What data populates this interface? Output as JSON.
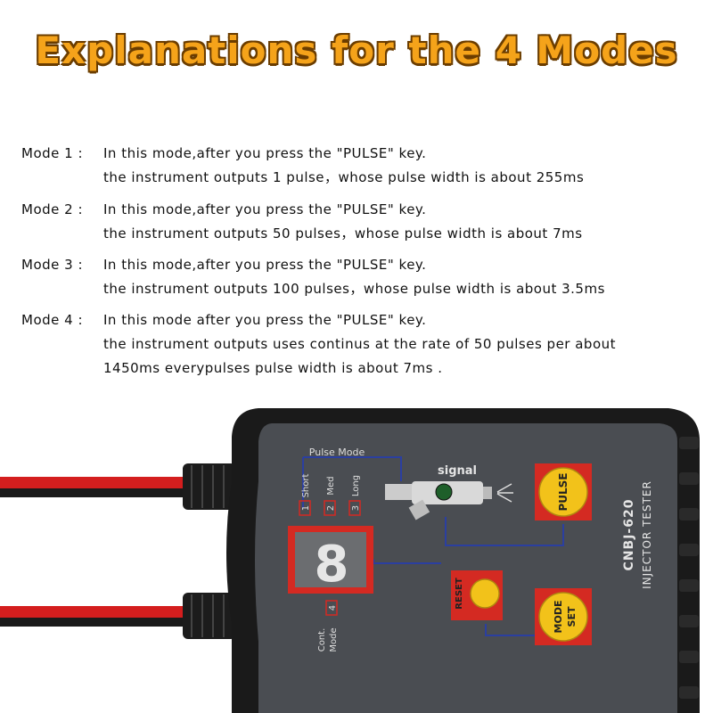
{
  "title": "Explanations for the 4 Modes",
  "modes": [
    {
      "label": "Mode 1 :",
      "lines": [
        "In this mode,after you press the \"PULSE\" key.",
        "the instrument outputs 1 pulse，whose pulse width is about 255ms"
      ]
    },
    {
      "label": "Mode 2 :",
      "lines": [
        "In this mode,after you press the \"PULSE\" key.",
        "the  instrument outputs 50 pulses，whose pulse width is about 7ms"
      ]
    },
    {
      "label": "Mode 3 :",
      "lines": [
        "In this mode,after you press the \"PULSE\" key.",
        "the  instrument outputs 100 pulses，whose pulse width is about 3.5ms"
      ]
    },
    {
      "label": "Mode 4 :",
      "lines": [
        "In this mode after you press the \"PULSE\" key.",
        "the instrument outputs uses continus at the rate of 50 pulses per about",
        "1450ms everypulses pulse width is about 7ms ."
      ]
    }
  ],
  "device": {
    "pulse_mode_label": "Pulse Mode",
    "signal_label": "signal",
    "mode_buttons": [
      {
        "num": "1",
        "name": "Short"
      },
      {
        "num": "2",
        "name": "Med"
      },
      {
        "num": "3",
        "name": "Long"
      }
    ],
    "cont_num": "4",
    "cont_label_1": "Cont.",
    "cont_label_2": "Mode",
    "display_digit": "8",
    "pulse_button": "PULSE",
    "reset_label": "RESET",
    "mode_set_1": "MODE",
    "mode_set_2": "SET",
    "model": "CNBJ-620",
    "product": "INJECTOR TESTER",
    "colors": {
      "body": "#1a1a1a",
      "panel": "#4a4d52",
      "red": "#d42a22",
      "yellow": "#f2c21a",
      "wire_red": "#d41e1e",
      "line": "#2b3fa0"
    }
  }
}
